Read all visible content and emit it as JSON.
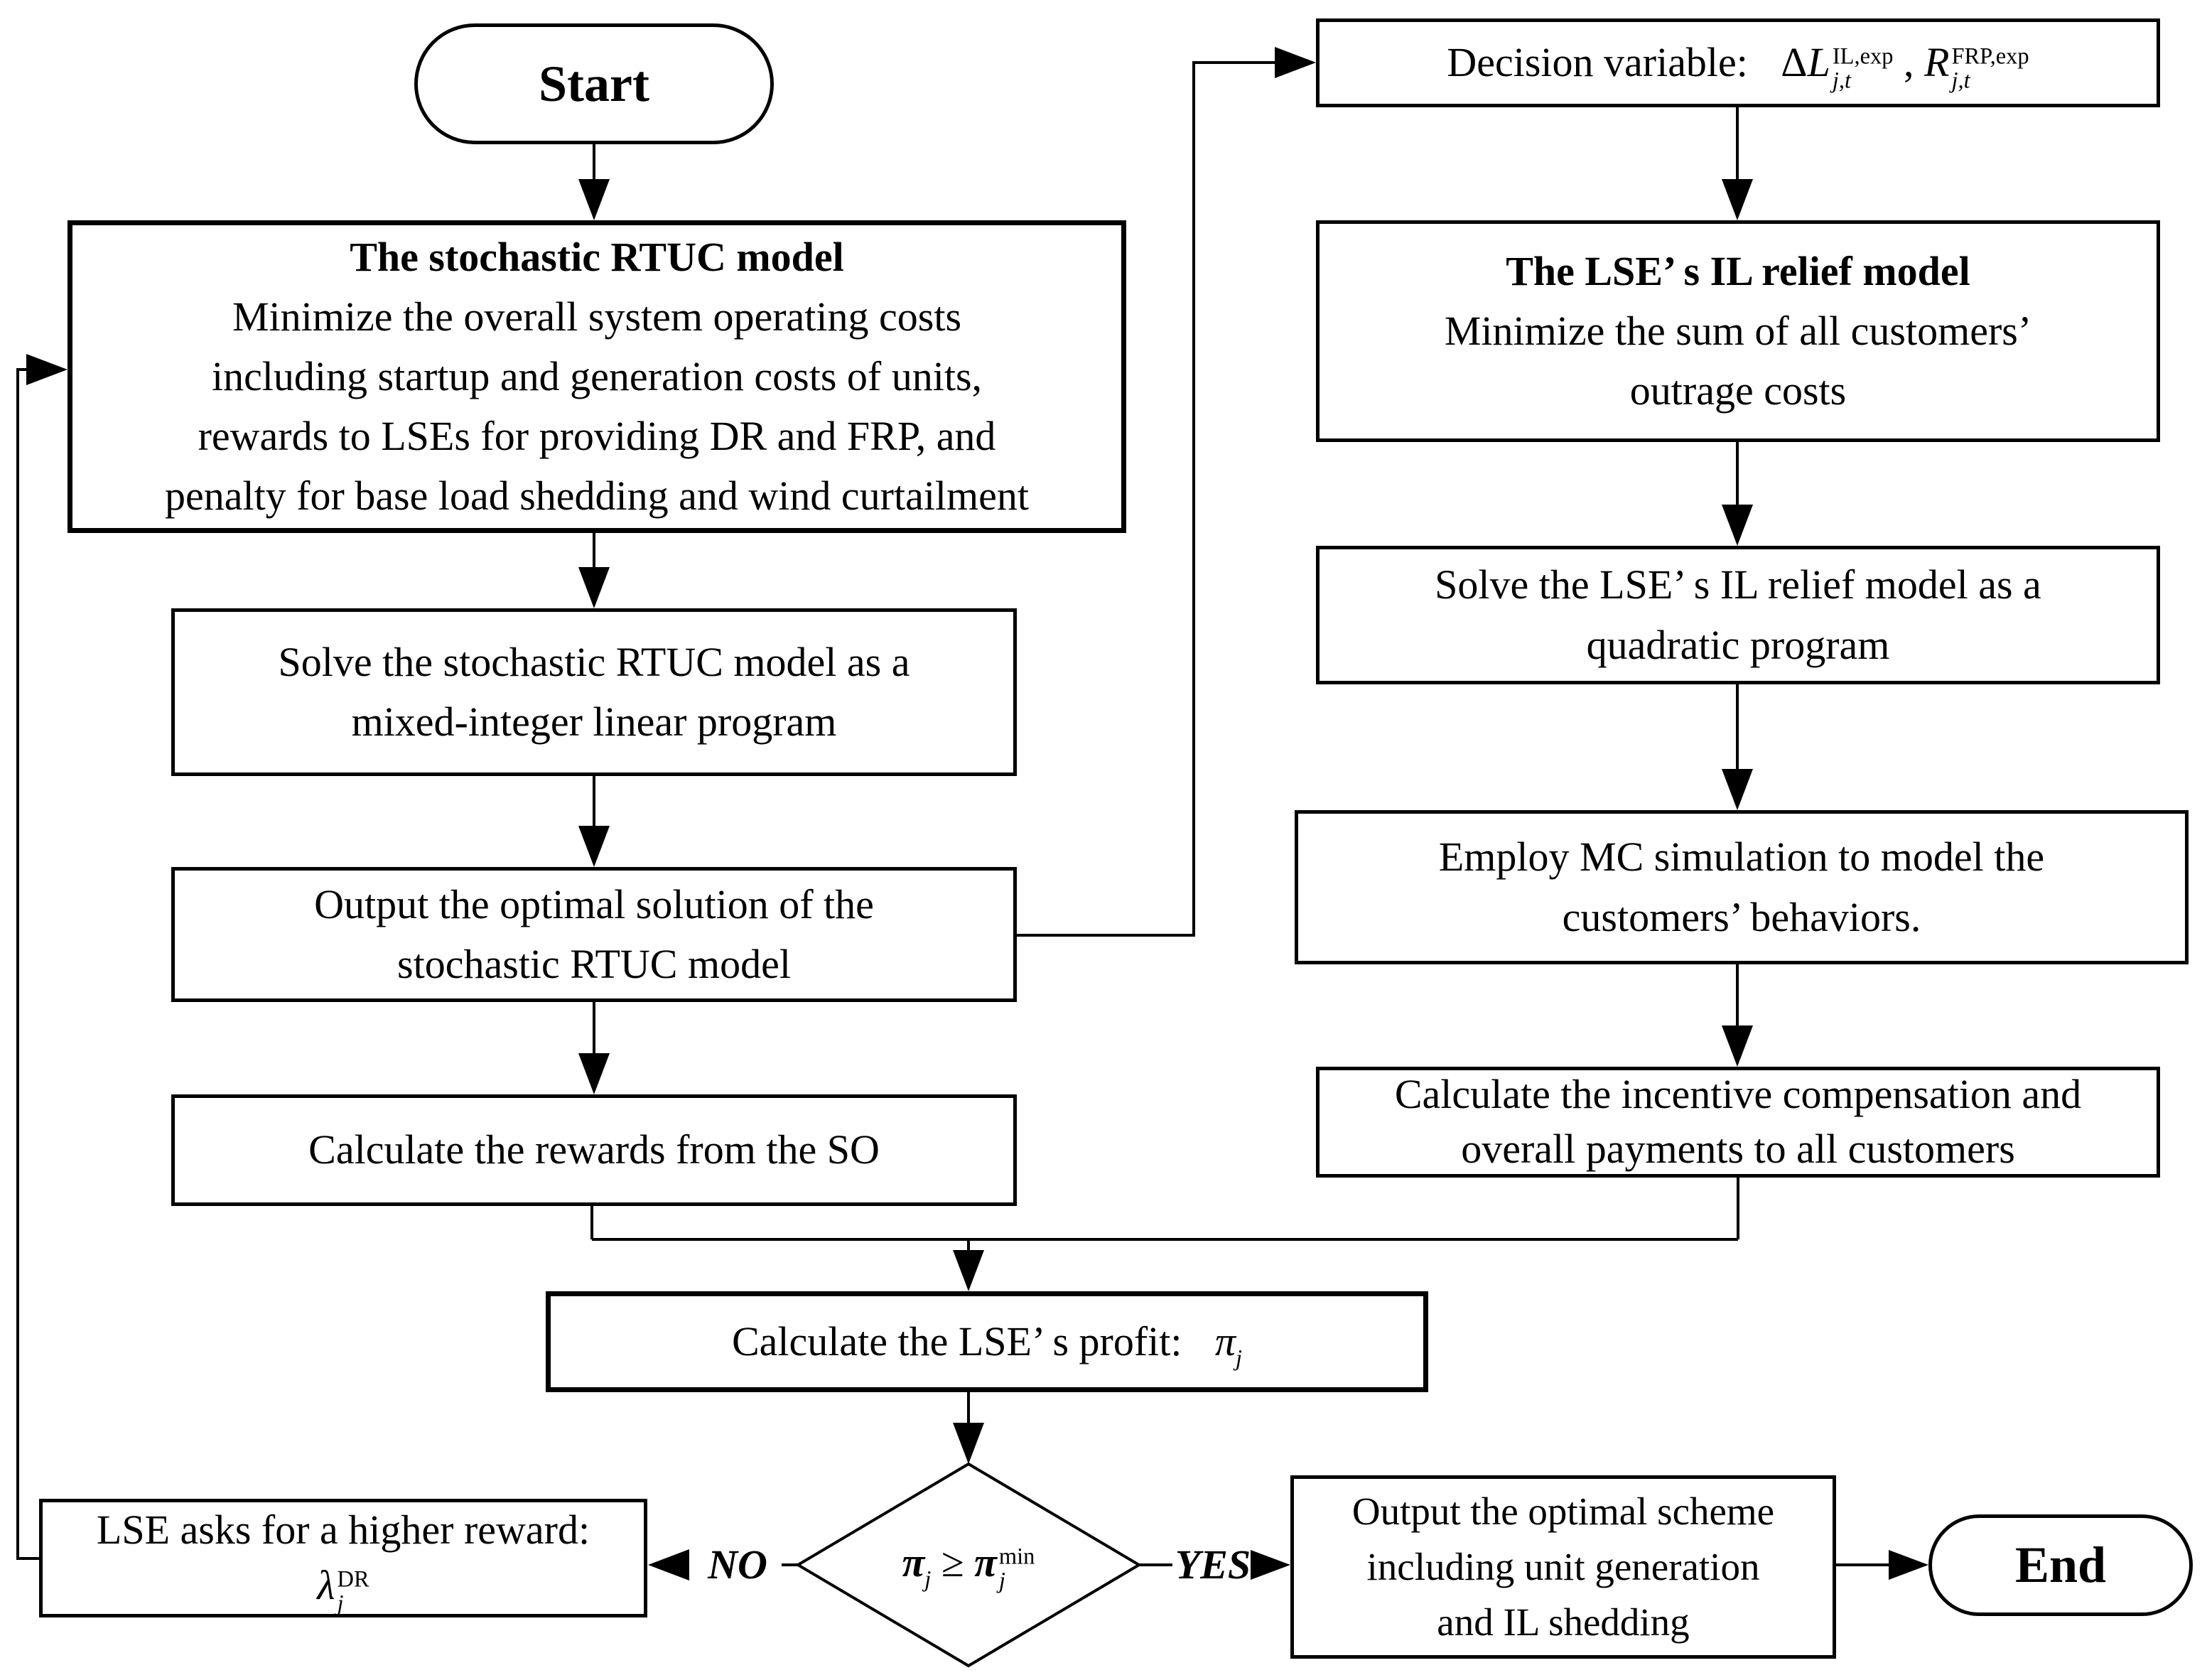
{
  "flowchart": {
    "terminals": {
      "start": "Start",
      "end": "End"
    },
    "branch_labels": {
      "no": "NO",
      "yes": "YES"
    },
    "colors": {
      "ink": "#000000",
      "background": "#ffffff"
    },
    "boxes": {
      "rtuc": {
        "title": "The stochastic RTUC model",
        "lines": [
          "Minimize the overall system operating costs",
          "including startup and generation costs of units,",
          "rewards to LSEs for providing DR and FRP, and",
          "penalty for base load shedding and wind curtailment"
        ]
      },
      "solve_milp": {
        "lines": [
          "Solve the stochastic RTUC model as a",
          "mixed-integer linear program"
        ]
      },
      "output_solution": {
        "lines": [
          "Output the optimal solution of the",
          "stochastic RTUC model"
        ]
      },
      "rewards": {
        "text": "Calculate the rewards from the SO"
      },
      "decision_variable": {
        "label": "Decision variable:",
        "delta": "Δ",
        "var1_base": "L",
        "var1_sup": "IL,exp",
        "var1_sub": "j,t",
        "separator": ",",
        "var2_base": "R",
        "var2_sup": "FRP,exp",
        "var2_sub": "j,t"
      },
      "il_relief": {
        "title": "The LSE’ s IL relief model",
        "lines": [
          "Minimize the sum of all customers’",
          "outrage costs"
        ]
      },
      "solve_qp": {
        "lines": [
          "Solve the LSE’ s IL relief model as a",
          "quadratic program"
        ]
      },
      "employ_mc": {
        "lines": [
          "Employ MC simulation to model the",
          "customers’  behaviors."
        ]
      },
      "incentive": {
        "lines": [
          "Calculate the incentive compensation and",
          "overall payments to all customers"
        ]
      },
      "profit": {
        "label": "Calculate the LSE’ s profit:",
        "pi_base": "π",
        "pi_sub": "j"
      },
      "condition": {
        "lhs_base": "π",
        "lhs_sub": "j",
        "op": "≥",
        "rhs_base": "π",
        "rhs_sup": "min",
        "rhs_sub": "j"
      },
      "lse_asks": {
        "line": "LSE asks for a higher reward:",
        "lambda_base": "λ",
        "lambda_sup": "DR",
        "lambda_sub": "j"
      },
      "output_scheme": {
        "lines": [
          "Output the optimal scheme",
          "including unit generation",
          "and IL shedding"
        ]
      }
    }
  }
}
